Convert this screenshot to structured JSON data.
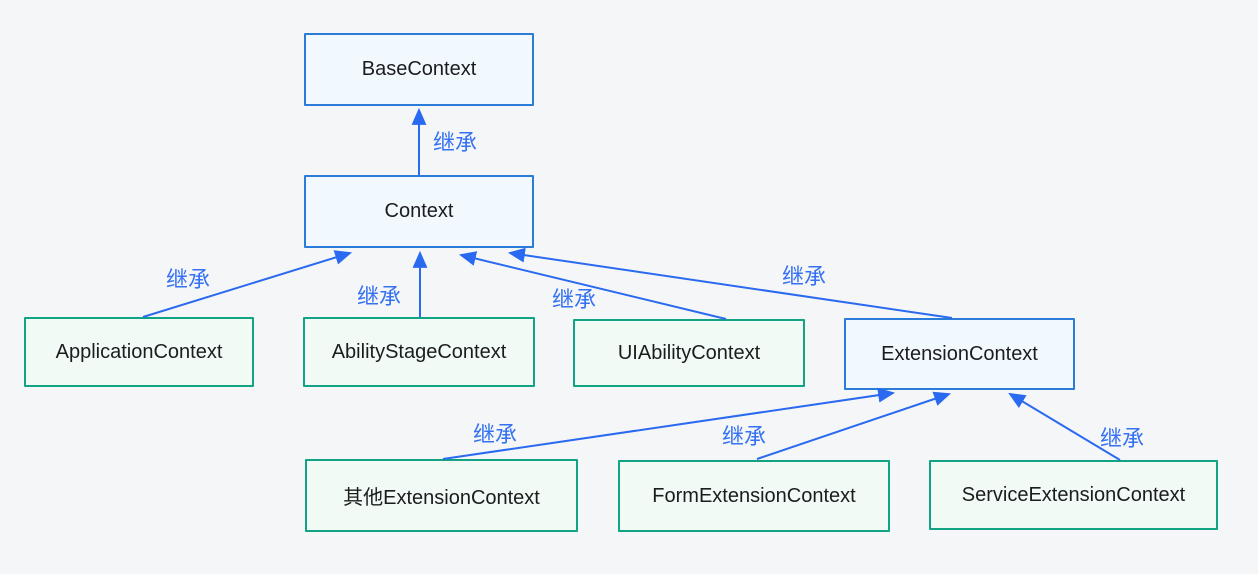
{
  "diagram": {
    "type": "class-inheritance-hierarchy",
    "background_color": "#f5f6f7",
    "arrow_color": "#2a6af0",
    "edge_label_color": "#3572f2",
    "node_text_color": "#1b1c1f",
    "node_styles": {
      "blue": {
        "border": "#2b7cd8",
        "fill": "#f2f9fe"
      },
      "green": {
        "border": "#12a384",
        "fill": "#f2faf5"
      }
    },
    "nodes": [
      {
        "id": "BaseContext",
        "label": "BaseContext",
        "variant": "blue"
      },
      {
        "id": "Context",
        "label": "Context",
        "variant": "blue"
      },
      {
        "id": "ApplicationContext",
        "label": "ApplicationContext",
        "variant": "green"
      },
      {
        "id": "AbilityStageContext",
        "label": "AbilityStageContext",
        "variant": "green"
      },
      {
        "id": "UIAbilityContext",
        "label": "UIAbilityContext",
        "variant": "green"
      },
      {
        "id": "ExtensionContext",
        "label": "ExtensionContext",
        "variant": "blue"
      },
      {
        "id": "OtherExtensionContext",
        "label": "其他ExtensionContext",
        "variant": "green"
      },
      {
        "id": "FormExtensionContext",
        "label": "FormExtensionContext",
        "variant": "green"
      },
      {
        "id": "ServiceExtensionContext",
        "label": "ServiceExtensionContext",
        "variant": "green"
      }
    ],
    "edges": [
      {
        "from": "Context",
        "to": "BaseContext",
        "label": "继承"
      },
      {
        "from": "ApplicationContext",
        "to": "Context",
        "label": "继承"
      },
      {
        "from": "AbilityStageContext",
        "to": "Context",
        "label": "继承"
      },
      {
        "from": "UIAbilityContext",
        "to": "Context",
        "label": "继承"
      },
      {
        "from": "ExtensionContext",
        "to": "Context",
        "label": "继承"
      },
      {
        "from": "OtherExtensionContext",
        "to": "ExtensionContext",
        "label": "继承"
      },
      {
        "from": "FormExtensionContext",
        "to": "ExtensionContext",
        "label": "继承"
      },
      {
        "from": "ServiceExtensionContext",
        "to": "ExtensionContext",
        "label": "继承"
      }
    ]
  }
}
